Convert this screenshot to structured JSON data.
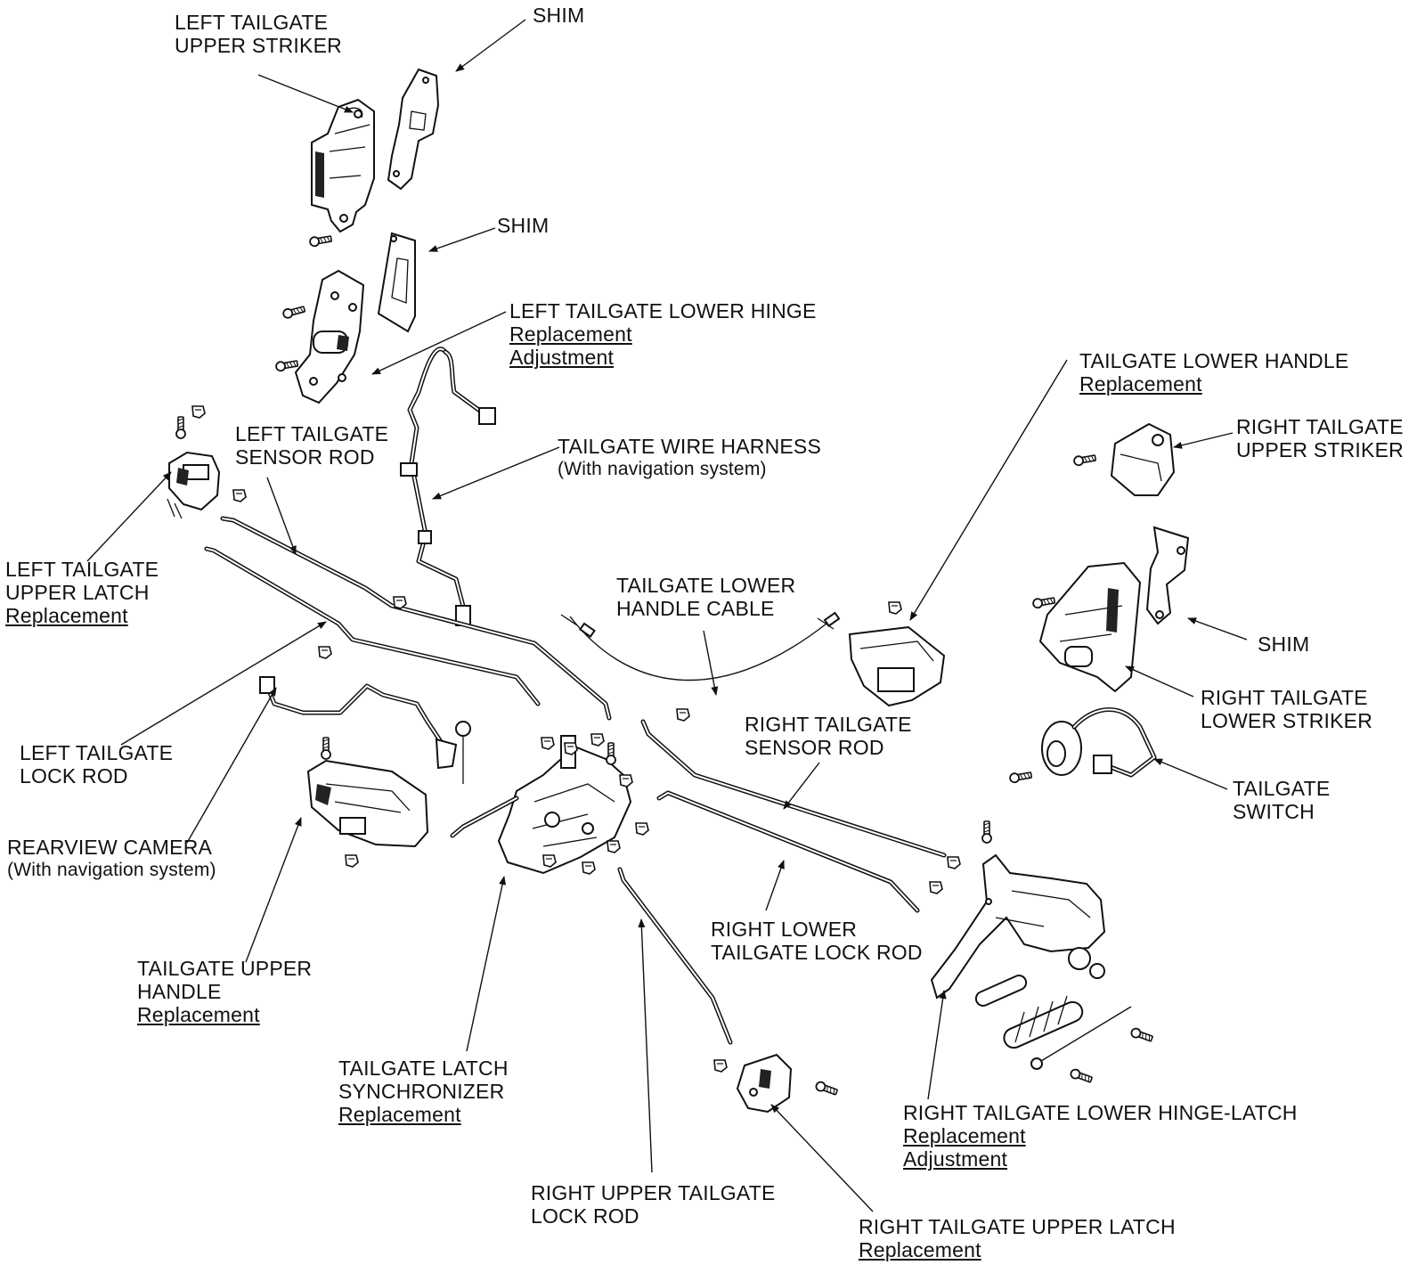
{
  "labels": {
    "shim_top": {
      "lines": [
        "SHIM"
      ]
    },
    "left_upper_striker": {
      "lines": [
        "LEFT TAILGATE",
        "UPPER STRIKER"
      ]
    },
    "shim_mid": {
      "lines": [
        "SHIM"
      ]
    },
    "left_lower_hinge": {
      "lines": [
        "LEFT TAILGATE LOWER HINGE"
      ],
      "links": [
        "Replacement",
        "Adjustment"
      ]
    },
    "left_sensor_rod": {
      "lines": [
        "LEFT TAILGATE",
        "SENSOR ROD"
      ]
    },
    "wire_harness": {
      "lines": [
        "TAILGATE WIRE HARNESS"
      ],
      "sub": "(With navigation system)"
    },
    "left_upper_latch": {
      "lines": [
        "LEFT TAILGATE",
        "UPPER LATCH"
      ],
      "links": [
        "Replacement"
      ]
    },
    "lower_handle_cable": {
      "lines": [
        "TAILGATE LOWER",
        "HANDLE CABLE"
      ]
    },
    "lower_handle": {
      "lines": [
        "TAILGATE LOWER HANDLE"
      ],
      "links": [
        "Replacement"
      ]
    },
    "right_upper_striker": {
      "lines": [
        "RIGHT TAILGATE",
        "UPPER STRIKER"
      ]
    },
    "shim_right": {
      "lines": [
        "SHIM"
      ]
    },
    "right_lower_striker": {
      "lines": [
        "RIGHT TAILGATE",
        "LOWER STRIKER"
      ]
    },
    "tailgate_switch": {
      "lines": [
        "TAILGATE",
        "SWITCH"
      ]
    },
    "left_lock_rod": {
      "lines": [
        "LEFT TAILGATE",
        "LOCK ROD"
      ]
    },
    "right_sensor_rod": {
      "lines": [
        "RIGHT TAILGATE",
        "SENSOR ROD"
      ]
    },
    "rearview_camera": {
      "lines": [
        "REARVIEW CAMERA"
      ],
      "sub": "(With navigation system)"
    },
    "right_lower_lock_rod": {
      "lines": [
        "RIGHT LOWER",
        "TAILGATE LOCK ROD"
      ]
    },
    "upper_handle": {
      "lines": [
        "TAILGATE UPPER",
        "HANDLE"
      ],
      "links": [
        "Replacement"
      ]
    },
    "latch_synchronizer": {
      "lines": [
        "TAILGATE LATCH",
        "SYNCHRONIZER"
      ],
      "links": [
        "Replacement"
      ]
    },
    "right_lower_hinge_latch": {
      "lines": [
        "RIGHT TAILGATE LOWER HINGE-LATCH"
      ],
      "links": [
        "Replacement",
        "Adjustment"
      ]
    },
    "right_upper_lock_rod": {
      "lines": [
        "RIGHT UPPER TAILGATE",
        "LOCK ROD"
      ]
    },
    "right_upper_latch": {
      "lines": [
        "RIGHT TAILGATE UPPER LATCH"
      ],
      "links": [
        "Replacement"
      ]
    }
  }
}
